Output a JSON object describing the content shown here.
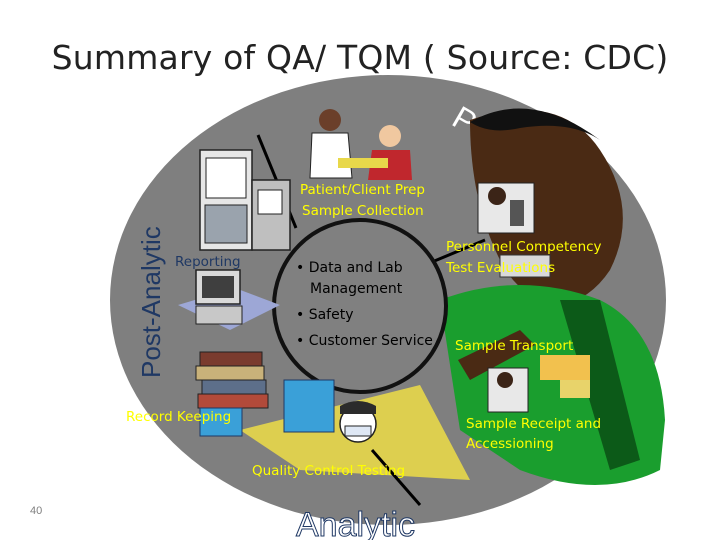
{
  "title": "Summary of QA/  TQM ( Source: CDC)",
  "ring_labels": {
    "pre": "Pre-A",
    "post": "Post-Analytic",
    "analytic": "Analytic"
  },
  "labels": {
    "patient_prep_line1": "Patient/Client Prep",
    "patient_prep_line2": "Sample Collection",
    "reporting": "Reporting",
    "personnel_line1": "Personnel Competency",
    "personnel_line2": "Test Evaluations",
    "sample_transport": "Sample Transport",
    "record_keeping": "Record Keeping",
    "sample_receipt_line1": "Sample Receipt and",
    "sample_receipt_line2": "Accessioning",
    "quality_control": "Quality Control Testing"
  },
  "center_items": [
    "Data and Lab Management",
    "Safety",
    "Customer Service"
  ],
  "page_number": "40",
  "colors": {
    "ellipse": "#7f7f7f",
    "yellow_label": "#ffff00",
    "blue_label": "#1f3864",
    "center_circle": "#808080",
    "green_shirt": "#1a9e2e",
    "skin": "#4a2a14"
  }
}
